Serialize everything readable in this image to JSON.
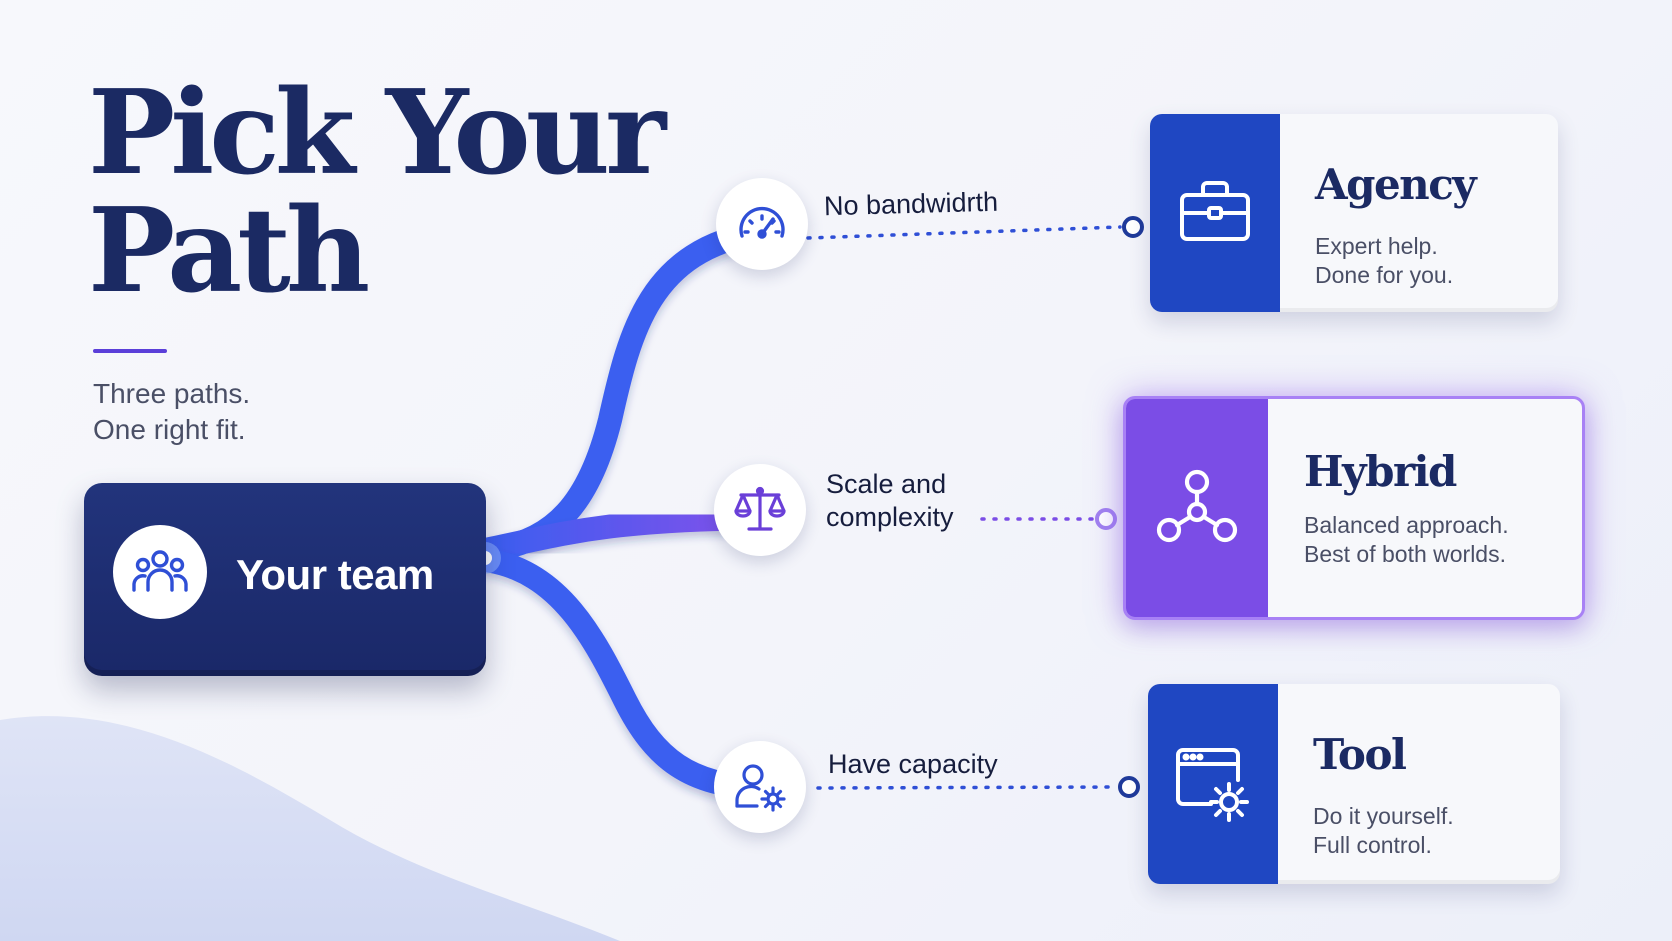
{
  "header": {
    "title_line1": "Pick Your",
    "title_line2": "Path",
    "subtitle_line1": "Three paths.",
    "subtitle_line2": "One right fit."
  },
  "source": {
    "label": "Your team",
    "icon": "team-icon"
  },
  "branches": [
    {
      "condition_lines": [
        "No bandwidrth"
      ],
      "icon": "gauge-icon",
      "target": "Agency"
    },
    {
      "condition_lines": [
        "Scale and",
        "complexity"
      ],
      "icon": "scale-icon",
      "target": "Hybrid"
    },
    {
      "condition_lines": [
        "Have capacity"
      ],
      "icon": "user-gear-icon",
      "target": "Tool"
    }
  ],
  "options": [
    {
      "name": "Agency",
      "desc_lines": [
        "Expert help.",
        "Done for you."
      ],
      "icon": "briefcase-icon",
      "accent": "#1f47c2"
    },
    {
      "name": "Hybrid",
      "desc_lines": [
        "Balanced approach.",
        "Best of both worlds."
      ],
      "icon": "network-icon",
      "accent": "#7b4de6",
      "highlighted": true
    },
    {
      "name": "Tool",
      "desc_lines": [
        "Do it yourself.",
        "Full control."
      ],
      "icon": "browser-gear-icon",
      "accent": "#1f47c2"
    }
  ],
  "colors": {
    "navy": "#1b2a63",
    "blue": "#3a5ef0",
    "purple": "#7b4de6",
    "text": "#161d3d"
  }
}
